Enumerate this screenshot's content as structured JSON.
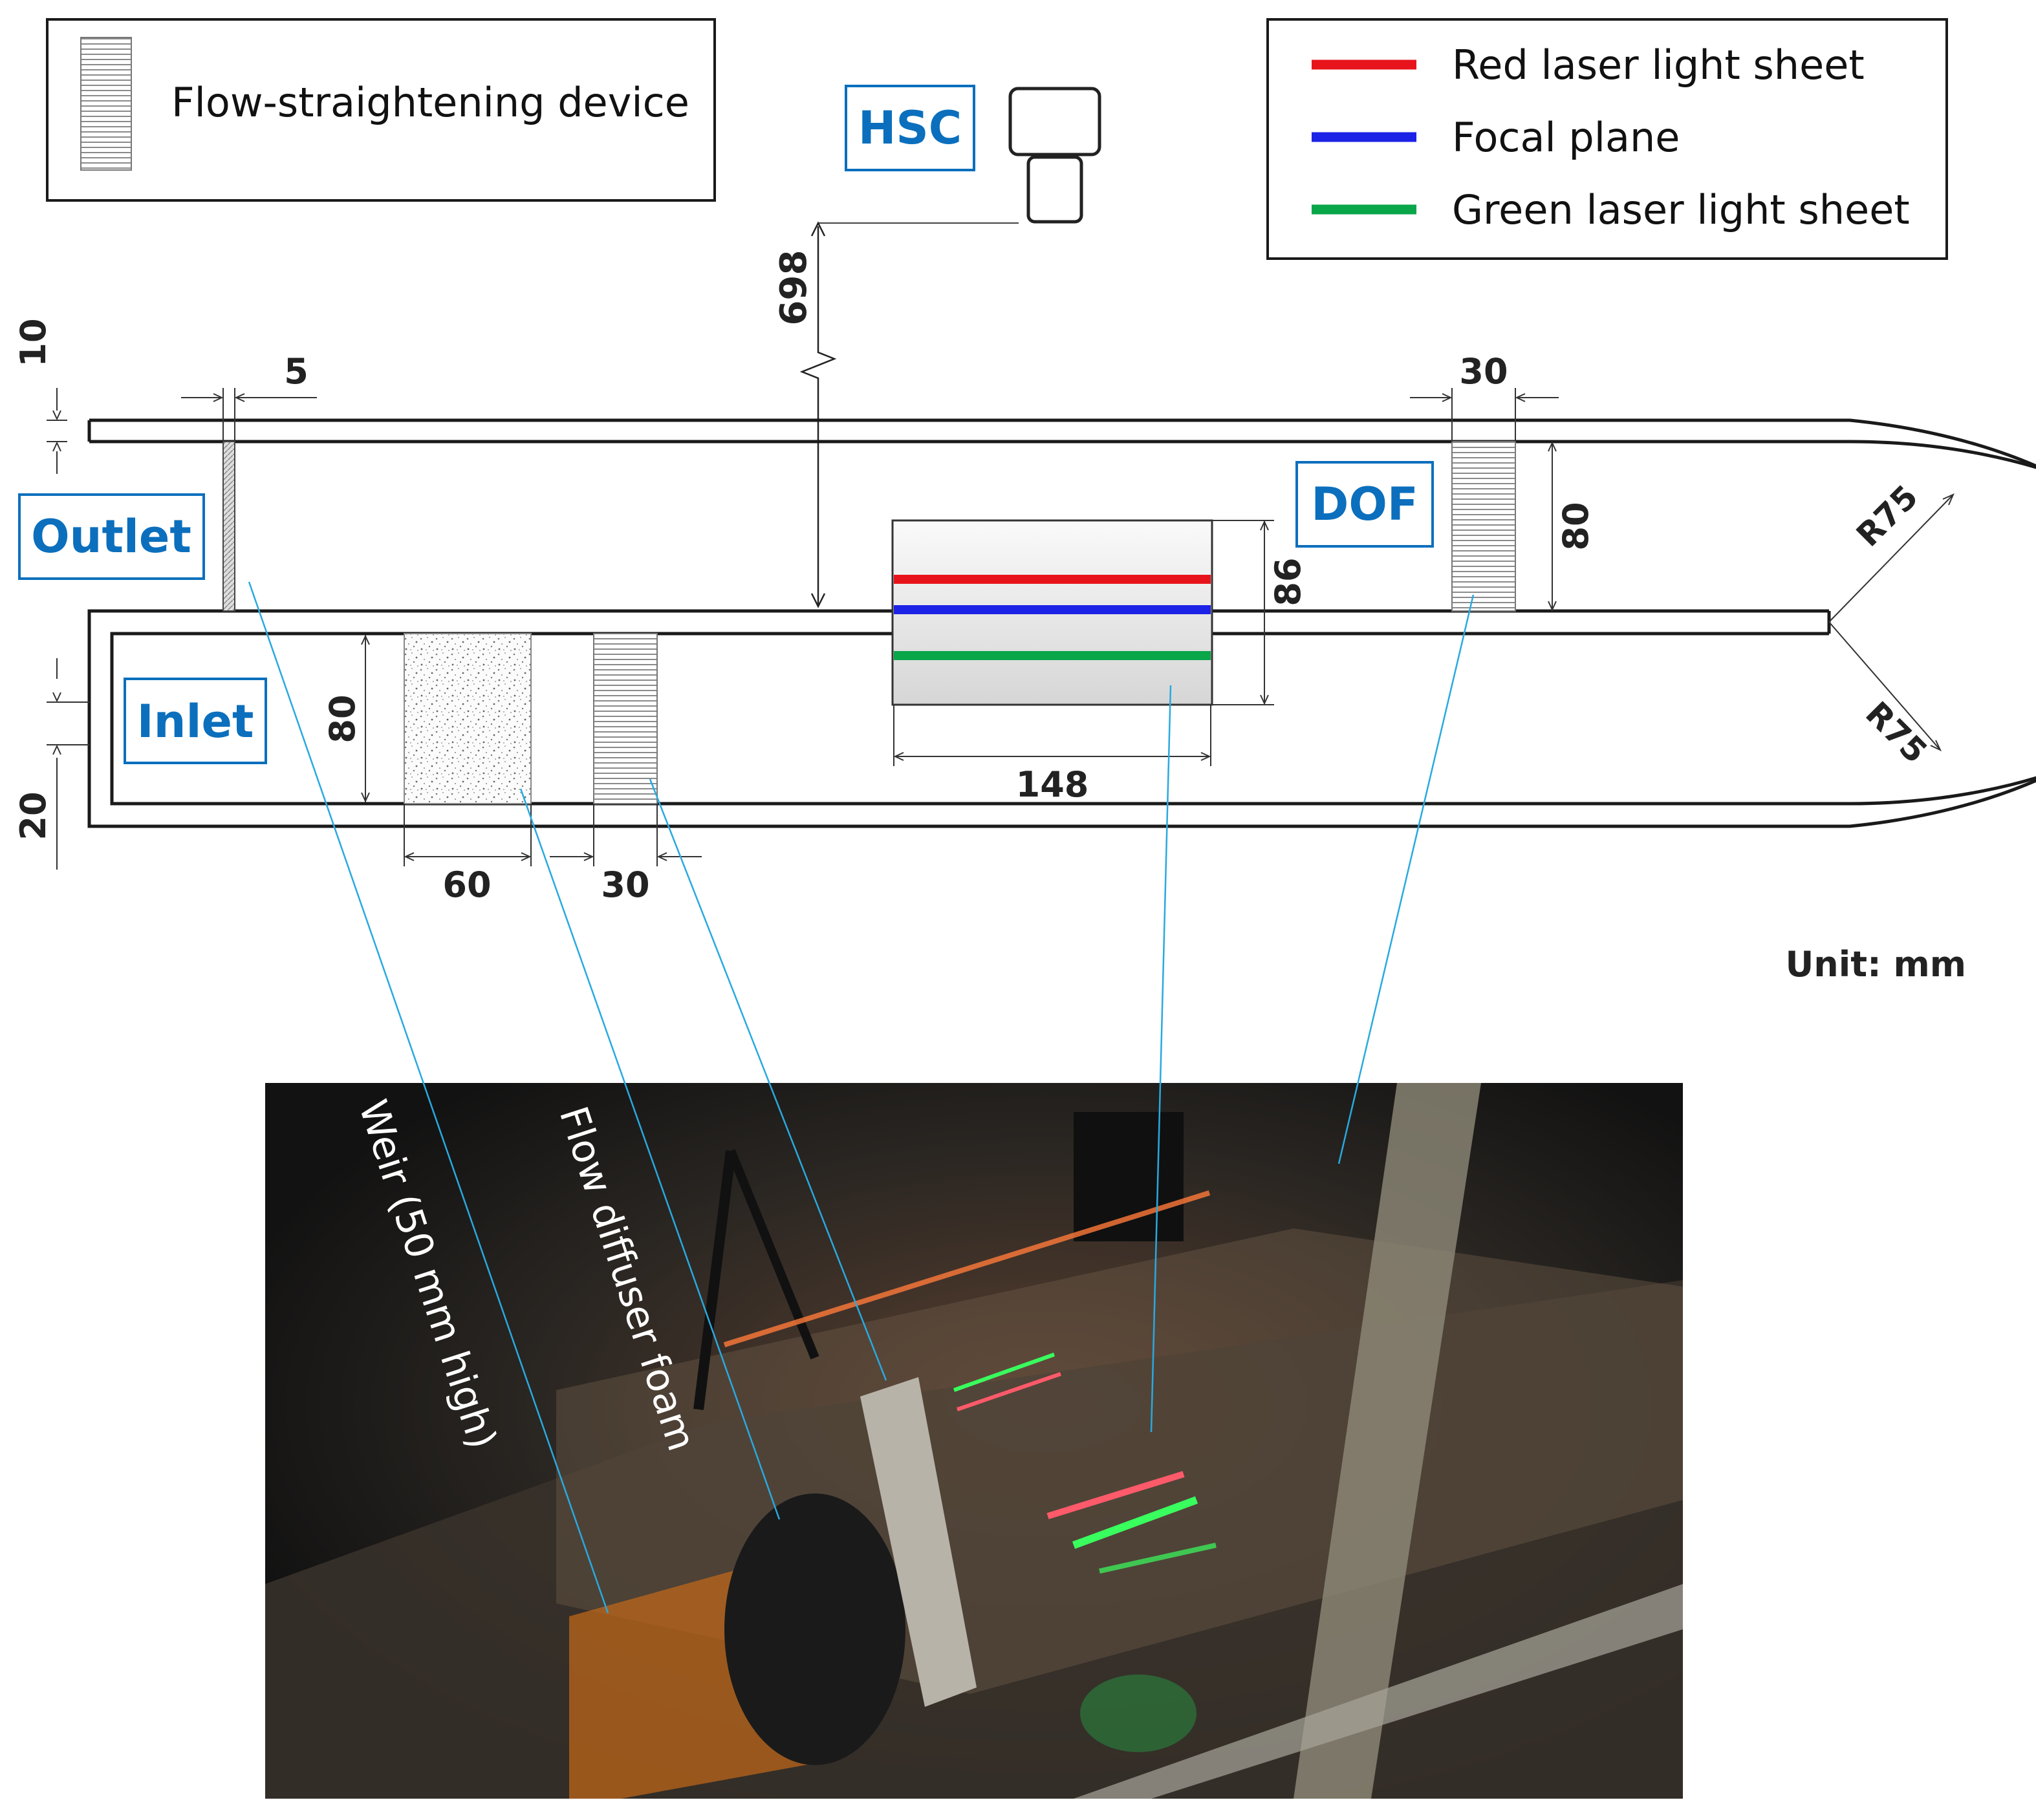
{
  "legend_left": {
    "label": "Flow-straightening device"
  },
  "legend_right": {
    "items": [
      {
        "label": "Red laser light sheet",
        "color": "#e8141c"
      },
      {
        "label": "Focal plane",
        "color": "#1c22e6"
      },
      {
        "label": "Green laser light sheet",
        "color": "#0aa64a"
      }
    ]
  },
  "labels": {
    "hsc": "HSC",
    "dof": "DOF",
    "outlet": "Outlet",
    "inlet": "Inlet",
    "unit": "Unit: mm",
    "weir": "Weir (50 mm high)",
    "foam": "Flow diffuser foam"
  },
  "dimensions": {
    "d698": "698",
    "d10": "10",
    "d5": "5",
    "d30_top": "30",
    "d80_right": "80",
    "d86": "86",
    "r75_top": "R75",
    "r75_bottom": "R75",
    "d148": "148",
    "d80_left": "80",
    "d20": "20",
    "d60": "60",
    "d30_bottom": "30"
  },
  "colors": {
    "label_blue": "#0b6fbd",
    "leader_cyan": "#29a9e0",
    "red": "#e8141c",
    "blue": "#1c22e6",
    "green": "#0aa64a"
  }
}
